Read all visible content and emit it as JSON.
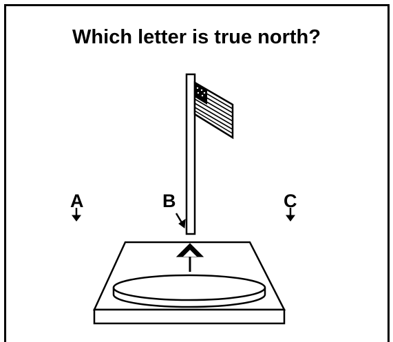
{
  "question": "Which letter is true north?",
  "options": [
    {
      "letter": "A"
    },
    {
      "letter": "B"
    },
    {
      "letter": "C"
    }
  ],
  "colors": {
    "ink": "#000000",
    "background": "#ffffff"
  }
}
